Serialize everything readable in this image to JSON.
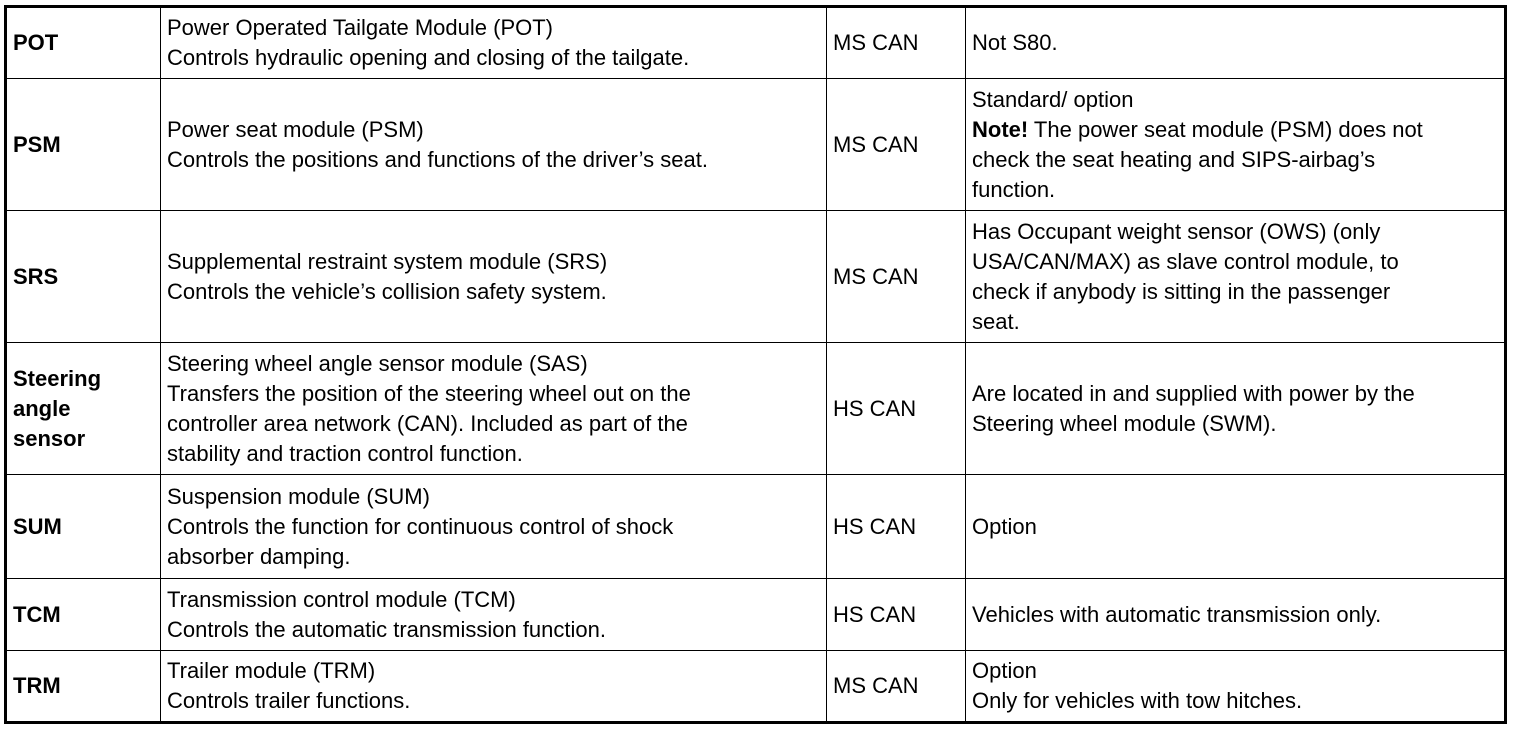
{
  "rows": [
    {
      "code": [
        "POT"
      ],
      "description": [
        "Power Operated Tailgate Module (POT)",
        "Controls hydraulic opening and closing of the tailgate."
      ],
      "network": "MS CAN",
      "note_label": "",
      "remarks": [
        "Not S80."
      ]
    },
    {
      "code": [
        "PSM"
      ],
      "description": [
        "Power seat module (PSM)",
        "Controls the positions and functions of the driver’s seat."
      ],
      "network": "MS CAN",
      "note_label": "Note!",
      "remarks": [
        "Standard/ option",
        " The power seat module (PSM) does not",
        "check the seat heating and SIPS-airbag’s",
        "function."
      ]
    },
    {
      "code": [
        "SRS"
      ],
      "description": [
        "Supplemental restraint system module (SRS)",
        "Controls the vehicle’s collision safety system."
      ],
      "network": "MS CAN",
      "note_label": "",
      "remarks": [
        "Has Occupant weight sensor (OWS) (only",
        "USA/CAN/MAX) as slave control module, to",
        "check if anybody is sitting in the passenger",
        "seat."
      ]
    },
    {
      "code": [
        "Steering",
        "angle",
        "sensor"
      ],
      "description": [
        "Steering wheel angle sensor module (SAS)",
        "Transfers the position of the steering wheel out on the",
        "controller area network (CAN). Included as part of the",
        "stability and traction control function."
      ],
      "network": "HS CAN",
      "note_label": "",
      "remarks": [
        "Are located in and supplied with power by the",
        "Steering wheel module (SWM)."
      ]
    },
    {
      "code": [
        "SUM"
      ],
      "description": [
        "Suspension module (SUM)",
        "Controls the function for continuous control of shock",
        "absorber damping."
      ],
      "network": "HS CAN",
      "note_label": "",
      "remarks": [
        "Option"
      ]
    },
    {
      "code": [
        "TCM"
      ],
      "description": [
        "Transmission control module (TCM)",
        "Controls the automatic transmission function."
      ],
      "network": "HS CAN",
      "note_label": "",
      "remarks": [
        "Vehicles with automatic transmission only."
      ]
    },
    {
      "code": [
        "TRM"
      ],
      "description": [
        "Trailer module (TRM)",
        "Controls trailer functions."
      ],
      "network": "MS CAN",
      "note_label": "",
      "remarks": [
        "Option",
        "Only for vehicles with tow hitches."
      ]
    }
  ]
}
